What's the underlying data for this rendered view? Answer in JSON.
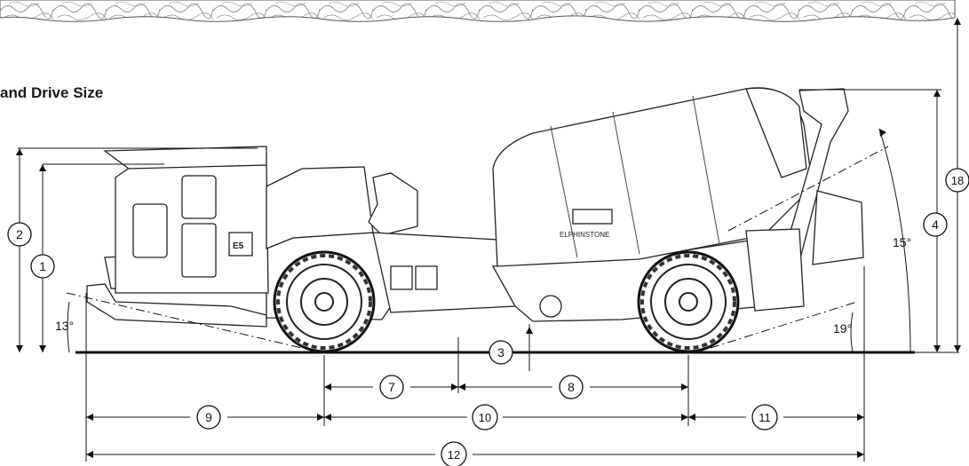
{
  "heading": "and Drive Size",
  "brand": "ELPHINSTONE",
  "model_badge": "E5",
  "angles": {
    "front_approach": "13°",
    "rear_departure": "19°",
    "chute": "15°"
  },
  "dimension_labels": {
    "d1": "1",
    "d2": "2",
    "d3": "3",
    "d4": "4",
    "d7": "7",
    "d8": "8",
    "d9": "9",
    "d10": "10",
    "d11": "11",
    "d12": "12",
    "d18": "18"
  }
}
